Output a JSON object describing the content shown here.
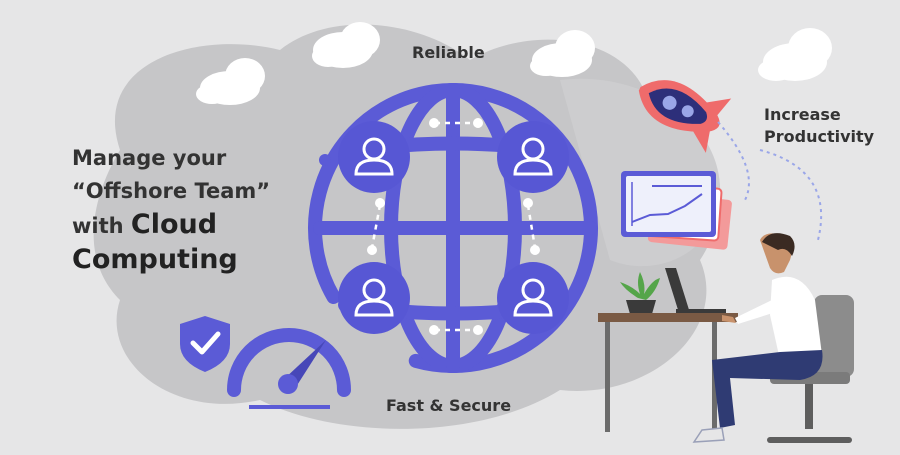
{
  "headline": {
    "line1": "Manage your",
    "line2": "“Offshore Team”",
    "line3_prefix": "with ",
    "line3_bold": "Cloud",
    "line4": "Computing"
  },
  "labels": {
    "top": "Reliable",
    "bottom": "Fast & Secure",
    "right_line1": "Increase",
    "right_line2": "Productivity"
  },
  "colors": {
    "background": "#e6e6e7",
    "blob": "#c4c4c6",
    "cloud": "#ffffff",
    "globe": "#5b5bd6",
    "globe_dark": "#4747b8",
    "accent_red": "#ef6b6b",
    "rocket_body": "#2d2f7a"
  },
  "icons": [
    "user-icon",
    "shield-check-icon",
    "speedometer-icon",
    "rocket-icon",
    "chart-card-icon",
    "plant-icon",
    "laptop-icon",
    "person-icon",
    "chair-icon",
    "desk-icon"
  ]
}
